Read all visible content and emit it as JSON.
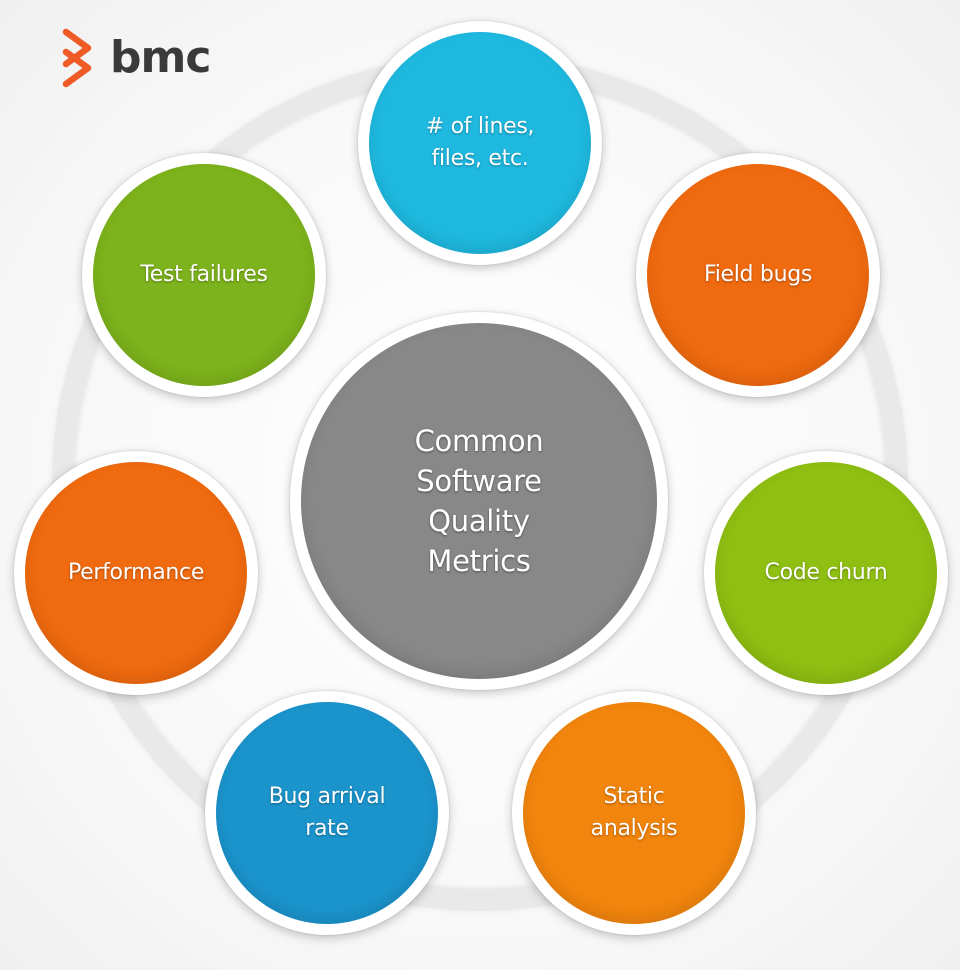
{
  "logo": {
    "text": "bmc",
    "icon": "bmc-chevron-icon",
    "color": "#ef5b25"
  },
  "center": {
    "label": "Common\nSoftware\nQuality\nMetrics",
    "color": "#888888"
  },
  "metrics": [
    {
      "label": "# of lines,\nfiles, etc.",
      "color": "#1fb9e0"
    },
    {
      "label": "Field bugs",
      "color": "#f06a0f"
    },
    {
      "label": "Code churn",
      "color": "#8fbf12"
    },
    {
      "label": "Static\nanalysis",
      "color": "#f2850d"
    },
    {
      "label": "Bug arrival\nrate",
      "color": "#1b94cc"
    },
    {
      "label": "Performance",
      "color": "#f06a0f"
    },
    {
      "label": "Test failures",
      "color": "#7db31c"
    }
  ]
}
